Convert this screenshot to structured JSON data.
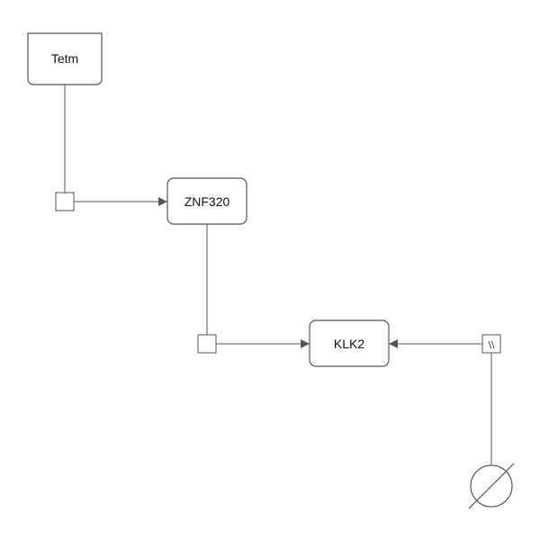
{
  "diagram": {
    "nodes": {
      "tetm": {
        "label": "Tetm"
      },
      "znf320": {
        "label": "ZNF320"
      },
      "klk2": {
        "label": "KLK2"
      }
    },
    "glyphs": {
      "uncertain_process": {
        "label": "\\\\"
      }
    },
    "colors": {
      "stroke": "#555555",
      "fill": "#ffffff",
      "text": "#111111"
    }
  }
}
